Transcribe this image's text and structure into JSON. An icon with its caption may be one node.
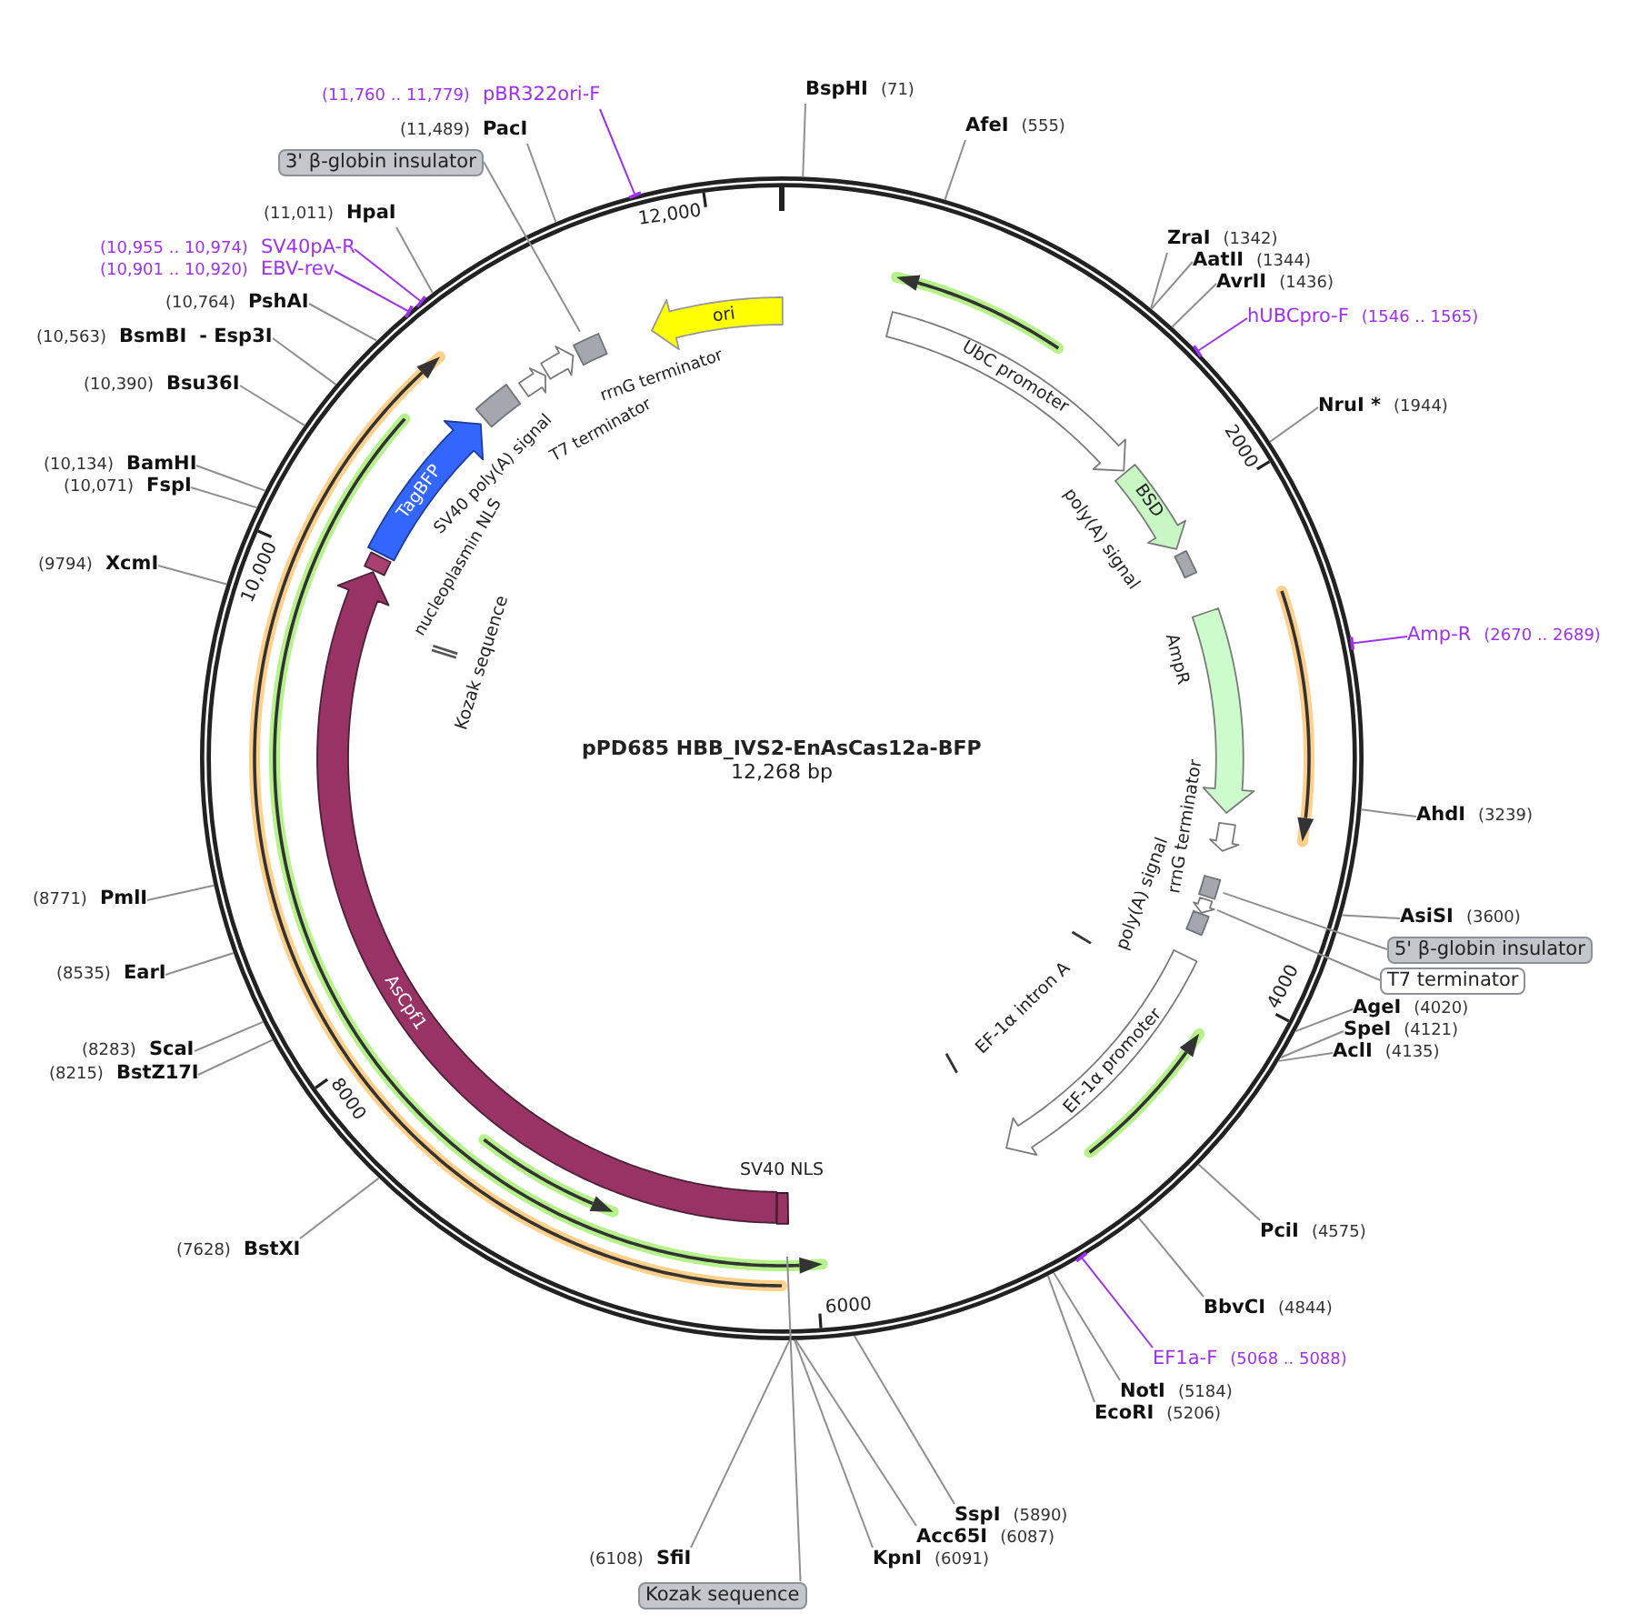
{
  "diagram": {
    "nodes": [
      {
        "text": [
          "pPD685 HBB_IVS2-EnAsCas12a-BFP",
          "12,268 bp"
        ]
      },
      {
        "text": [
          "BspHI",
          "(71)"
        ]
      },
      {
        "text": [
          "AfeI",
          "(555)"
        ]
      },
      {
        "text": [
          "ZraI",
          "(1342)"
        ]
      },
      {
        "text": [
          "AatII",
          "(1344)"
        ]
      },
      {
        "text": [
          "AvrII",
          "(1436)"
        ]
      },
      {
        "text": [
          "hUBCpro-F",
          "(1546 .. 1565)"
        ]
      },
      {
        "text": [
          "NruI *",
          "(1944)"
        ]
      },
      {
        "text": [
          "Amp-R",
          "(2670 .. 2689)"
        ]
      },
      {
        "text": [
          "AhdI",
          "(3239)"
        ]
      },
      {
        "text": [
          "AsiSI",
          "(3600)"
        ]
      },
      {
        "text": [
          "5' β-globin insulator"
        ]
      },
      {
        "text": [
          "T7 terminator"
        ]
      },
      {
        "text": [
          "AgeI",
          "(4020)"
        ]
      },
      {
        "text": [
          "SpeI",
          "(4121)"
        ]
      },
      {
        "text": [
          "AclI",
          "(4135)"
        ]
      },
      {
        "text": [
          "PciI",
          "(4575)"
        ]
      },
      {
        "text": [
          "BbvCI",
          "(4844)"
        ]
      },
      {
        "text": [
          "EF1a-F",
          "(5068 .. 5088)"
        ]
      },
      {
        "text": [
          "NotI",
          "(5184)"
        ]
      },
      {
        "text": [
          "EcoRI",
          "(5206)"
        ]
      },
      {
        "text": [
          "SspI",
          "(5890)"
        ]
      },
      {
        "text": [
          "Acc65I",
          "(6087)"
        ]
      },
      {
        "text": [
          "KpnI",
          "(6091)"
        ]
      },
      {
        "text": [
          "Kozak sequence"
        ]
      },
      {
        "text": [
          "(6108)",
          "SfiI"
        ]
      },
      {
        "text": [
          "(7628)",
          "BstXI"
        ]
      },
      {
        "text": [
          "(8215)",
          "BstZ17I"
        ]
      },
      {
        "text": [
          "(8283)",
          "ScaI"
        ]
      },
      {
        "text": [
          "(8535)",
          "EarI"
        ]
      },
      {
        "text": [
          "(8771)",
          "PmlI"
        ]
      },
      {
        "text": [
          "(9794)",
          "XcmI"
        ]
      },
      {
        "text": [
          "(10,071)",
          "FspI"
        ]
      },
      {
        "text": [
          "(10,134)",
          "BamHI"
        ]
      },
      {
        "text": [
          "(10,390)",
          "Bsu36I"
        ]
      },
      {
        "text": [
          "(10,563)",
          "BsmBI",
          "- Esp3I"
        ]
      },
      {
        "text": [
          "(10,764)",
          "PshAI"
        ]
      },
      {
        "text": [
          "(10,901 .. 10,920)",
          "EBV-rev"
        ]
      },
      {
        "text": [
          "(10,955 .. 10,974)",
          "SV40pA-R"
        ]
      },
      {
        "text": [
          "(11,011)",
          "HpaI"
        ]
      },
      {
        "text": [
          "3' β-globin insulator"
        ]
      },
      {
        "text": [
          "(11,489)",
          "PacI"
        ]
      },
      {
        "text": [
          "(11,760 .. 11,779)",
          "pBR322ori-F"
        ]
      },
      {
        "text": [
          "UbC promoter"
        ],
        "in": 0
      },
      {
        "text": [
          "BSD"
        ],
        "in": 0
      },
      {
        "text": [
          "poly(A) signal"
        ],
        "in": 0
      },
      {
        "text": [
          "AmpR"
        ],
        "in": 0
      },
      {
        "text": [
          "rrnG terminator"
        ],
        "in": 0
      },
      {
        "text": [],
        "shape": "box",
        "in": 0
      },
      {
        "text": [],
        "shape": "arrow",
        "in": 0
      },
      {
        "text": [
          "poly(A) signal"
        ],
        "in": 0
      },
      {
        "text": [
          "EF-1α intron A"
        ],
        "in": 0
      },
      {
        "text": [
          "EF-1α promoter"
        ],
        "in": 0
      },
      {
        "text": [
          "SV40 NLS"
        ],
        "in": 0
      },
      {
        "text": [
          "AsCpf1"
        ],
        "in": 0
      },
      {
        "text": [
          "Kozak sequence"
        ],
        "in": 0
      },
      {
        "text": [
          "nucleoplasmin NLS"
        ],
        "in": 0
      },
      {
        "text": [
          "TagBFP"
        ],
        "in": 0
      },
      {
        "text": [
          "SV40 poly(A) signal"
        ],
        "in": 0
      },
      {
        "text": [
          "T7 terminator"
        ],
        "in": 0
      },
      {
        "text": [
          "rrnG terminator"
        ],
        "in": 0
      },
      {
        "text": [],
        "shape": "box",
        "in": 0
      },
      {
        "text": [
          "ori"
        ],
        "in": 0
      }
    ],
    "edges": [
      {
        "from": 1,
        "to": 0,
        "arrow": "none"
      },
      {
        "from": 2,
        "to": 0,
        "arrow": "none"
      },
      {
        "from": 3,
        "to": 0,
        "arrow": "none"
      },
      {
        "from": 4,
        "to": 0,
        "arrow": "none"
      },
      {
        "from": 5,
        "to": 0,
        "arrow": "none"
      },
      {
        "from": 6,
        "to": 0,
        "arrow": "other",
        "color": "#a030f0"
      },
      {
        "from": 7,
        "to": 0,
        "arrow": "none"
      },
      {
        "from": 8,
        "to": 0,
        "arrow": "other",
        "color": "#a030f0"
      },
      {
        "from": 9,
        "to": 0,
        "arrow": "none"
      },
      {
        "from": 10,
        "to": 0,
        "arrow": "none"
      },
      {
        "from": 11,
        "to": 48,
        "arrow": "none"
      },
      {
        "from": 12,
        "to": 49,
        "arrow": "none"
      },
      {
        "from": 13,
        "to": 0,
        "arrow": "none"
      },
      {
        "from": 14,
        "to": 0,
        "arrow": "none"
      },
      {
        "from": 15,
        "to": 0,
        "arrow": "none"
      },
      {
        "from": 16,
        "to": 0,
        "arrow": "none"
      },
      {
        "from": 17,
        "to": 0,
        "arrow": "none"
      },
      {
        "from": 18,
        "to": 0,
        "arrow": "other",
        "color": "#a030f0"
      },
      {
        "from": 19,
        "to": 0,
        "arrow": "none"
      },
      {
        "from": 20,
        "to": 0,
        "arrow": "none"
      },
      {
        "from": 21,
        "to": 0,
        "arrow": "none"
      },
      {
        "from": 22,
        "to": 0,
        "arrow": "none"
      },
      {
        "from": 23,
        "to": 0,
        "arrow": "none"
      },
      {
        "from": 24,
        "to": null,
        "arrow": "none"
      },
      {
        "from": 25,
        "to": 0,
        "arrow": "none"
      },
      {
        "from": 26,
        "to": 0,
        "arrow": "none"
      },
      {
        "from": 27,
        "to": 0,
        "arrow": "none"
      },
      {
        "from": 28,
        "to": 0,
        "arrow": "none"
      },
      {
        "from": 29,
        "to": 0,
        "arrow": "none"
      },
      {
        "from": 30,
        "to": 0,
        "arrow": "none"
      },
      {
        "from": 31,
        "to": 0,
        "arrow": "none"
      },
      {
        "from": 32,
        "to": 0,
        "arrow": "none"
      },
      {
        "from": 33,
        "to": 0,
        "arrow": "none"
      },
      {
        "from": 34,
        "to": 0,
        "arrow": "none"
      },
      {
        "from": 35,
        "to": 0,
        "arrow": "none"
      },
      {
        "from": 36,
        "to": 0,
        "arrow": "none"
      },
      {
        "from": 37,
        "to": 0,
        "arrow": "other",
        "color": "#a030f0"
      },
      {
        "from": 38,
        "to": 0,
        "arrow": "other",
        "color": "#a030f0"
      },
      {
        "from": 39,
        "to": 0,
        "arrow": "none"
      },
      {
        "from": 40,
        "to": 61,
        "arrow": "none"
      },
      {
        "from": 41,
        "to": 0,
        "arrow": "none"
      },
      {
        "from": 42,
        "to": 0,
        "arrow": "other",
        "color": "#a030f0"
      }
    ],
    "labels": [
      "2000",
      "4000",
      "6000",
      "8000",
      "10,000",
      "12,000"
    ]
  }
}
